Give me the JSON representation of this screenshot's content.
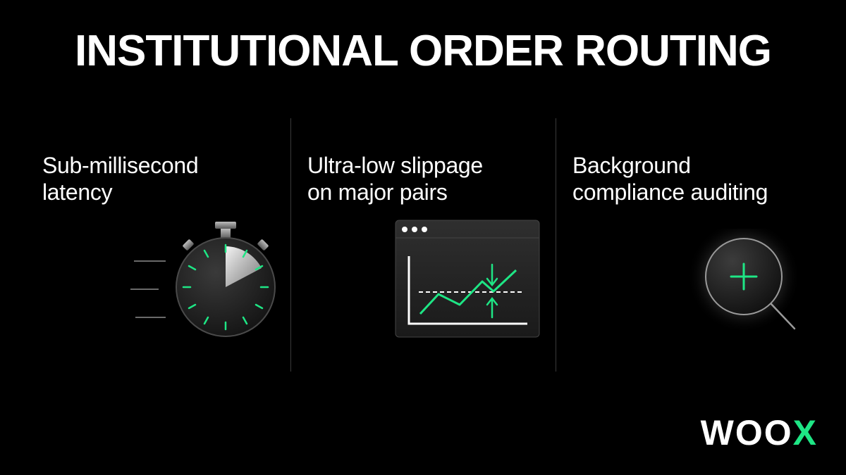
{
  "title": "INSTITUTIONAL ORDER ROUTING",
  "features": [
    {
      "line1": "Sub-millisecond",
      "line2": "latency",
      "icon": "stopwatch-icon"
    },
    {
      "line1": "Ultra-low slippage",
      "line2": "on major pairs",
      "icon": "chart-window-icon"
    },
    {
      "line1": "Background",
      "line2": "compliance auditing",
      "icon": "magnifier-icon"
    }
  ],
  "logo": {
    "main": "WOO",
    "accent": "X"
  },
  "colors": {
    "background": "#000000",
    "accent": "#1ee685",
    "text": "#ffffff",
    "divider": "#3a3a3a"
  }
}
